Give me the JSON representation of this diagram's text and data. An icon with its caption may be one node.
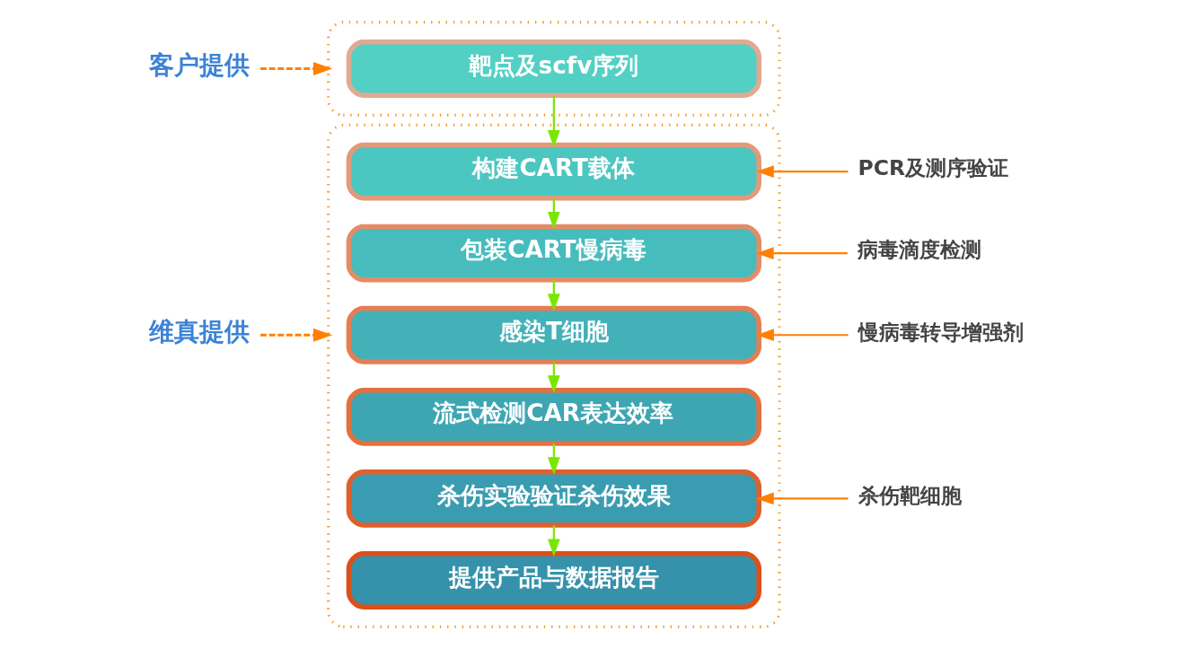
{
  "diagram": {
    "nodes": [
      {
        "text": [
          "客户提供"
        ]
      },
      {
        "text": [],
        "shape": "box"
      },
      {
        "text": [
          "靶点及scfv序列"
        ],
        "in": 1
      },
      {
        "text": [
          "维真提供"
        ]
      },
      {
        "text": [],
        "shape": "box"
      },
      {
        "text": [
          "构建CART载体"
        ],
        "in": 4
      },
      {
        "text": [
          "包装CART慢病毒"
        ],
        "in": 4
      },
      {
        "text": [
          "感染T细胞"
        ],
        "in": 4
      },
      {
        "text": [
          "流式检测CAR表达效率"
        ],
        "in": 4
      },
      {
        "text": [
          "杀伤实验验证杀伤效果"
        ],
        "in": 4
      },
      {
        "text": [
          "提供产品与数据报告"
        ],
        "in": 4
      },
      {
        "text": [
          "PCR及测序验证"
        ]
      },
      {
        "text": [
          "病毒滴度检测"
        ]
      },
      {
        "text": [
          "慢病毒转导增强剂"
        ]
      },
      {
        "text": [
          "杀伤靶细胞"
        ]
      }
    ],
    "edges": [
      {
        "from": 0,
        "to": 1,
        "arrow": "to",
        "style": "dashed",
        "color": "#ff8000"
      },
      {
        "from": 3,
        "to": 4,
        "arrow": "to",
        "style": "dashed",
        "color": "#ff8000"
      },
      {
        "from": 2,
        "to": 5,
        "arrow": "to",
        "color": "#7ae600"
      },
      {
        "from": 5,
        "to": 6,
        "arrow": "to",
        "color": "#7ae600"
      },
      {
        "from": 6,
        "to": 7,
        "arrow": "to",
        "color": "#7ae600"
      },
      {
        "from": 7,
        "to": 8,
        "arrow": "to",
        "color": "#7ae600"
      },
      {
        "from": 8,
        "to": 9,
        "arrow": "to",
        "color": "#7ae600"
      },
      {
        "from": 9,
        "to": 10,
        "arrow": "to",
        "color": "#7ae600"
      },
      {
        "from": 11,
        "to": 5,
        "arrow": "to",
        "color": "#ff8000"
      },
      {
        "from": 12,
        "to": 6,
        "arrow": "to",
        "color": "#ff8000"
      },
      {
        "from": 13,
        "to": 7,
        "arrow": "to",
        "color": "#ff8000"
      },
      {
        "from": 14,
        "to": 9,
        "arrow": "to",
        "color": "#ff8000"
      }
    ]
  }
}
